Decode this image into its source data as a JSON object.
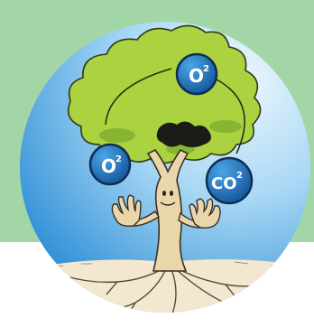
{
  "colors": {
    "background_band": "#a3d6a6",
    "sky_light": "#e7f4fc",
    "sky_dark": "#3d9edd",
    "foliage": "#a9d23f",
    "trunk": "#e9d4a8",
    "bubble": "#1e73b5",
    "ground": "#f3e8cf"
  },
  "bubbles": [
    {
      "name": "oxygen-top",
      "main": "O",
      "sup": "2"
    },
    {
      "name": "oxygen-left",
      "main": "O",
      "sup": "2"
    },
    {
      "name": "carbon-dioxide",
      "main": "CO",
      "sup": "2"
    }
  ]
}
